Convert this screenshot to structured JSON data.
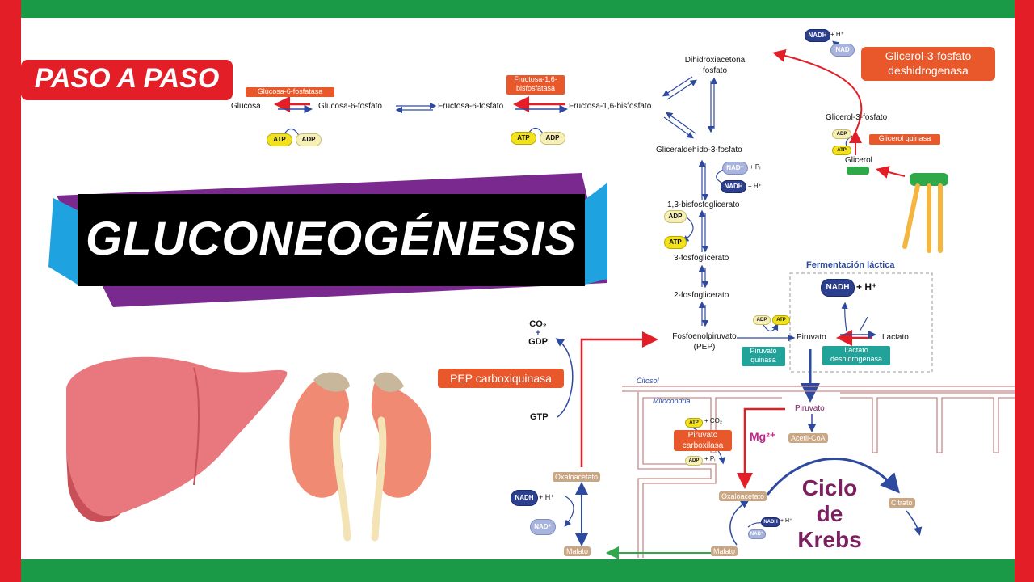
{
  "colors": {
    "frame_green": "#1a9a47",
    "frame_red": "#e31e26",
    "enzyme_orange": "#e8582b",
    "enzyme_teal": "#22a39a",
    "krebs_purple": "#7b2061",
    "arrow_blue": "#2d4aa0",
    "arrow_red": "#e31e26",
    "arrow_green": "#2fa84a"
  },
  "badge": {
    "text": "PASO A PASO"
  },
  "title": {
    "text": "GLUCONEOGÉNESIS"
  },
  "top_row": {
    "glucosa": "Glucosa",
    "g6p": "Glucosa-6-fosfato",
    "f6p": "Fructosa-6-fosfato",
    "f16bp": "Fructosa-1,6-bisfosfato",
    "enz_g6pase": "Glucosa-6-fosfatasa",
    "enz_fbpase": [
      "Fructosa-1,6-",
      "bisfosfatasa"
    ],
    "atp": "ATP",
    "adp": "ADP"
  },
  "pathway": {
    "dhap": [
      "Dihidroxiacetona",
      "fosfato"
    ],
    "g3p": "Gliceraldehído-3-fosfato",
    "bpg": "1,3-bisfosfoglicerato",
    "pg3": "3-fosfoglicerato",
    "pg2": "2-fosfoglicerato",
    "pep": [
      "Fosfoenolpiruvato",
      "(PEP)"
    ],
    "nad_plus": "NAD⁺",
    "pi": "+ Pᵢ",
    "nadh": "NADH",
    "h_plus": "+ H⁺",
    "adp": "ADP",
    "atp": "ATP"
  },
  "glycerol": {
    "enz_g3pdh": [
      "Glicerol-3-fosfato",
      "deshidrogenasa"
    ],
    "glycerol3p": "Glicerol-3-fosfato",
    "enz_gk": "Glicerol quinasa",
    "glycerol": "Glicerol",
    "nadh": "NADH",
    "h_plus": "+ H⁺",
    "nad": "NAD",
    "adp": "ADP",
    "atp": "ATP"
  },
  "lactic": {
    "title": "Fermentación láctica",
    "nadh": "NADH",
    "h_plus": "+ H⁺",
    "piruvato": "Piruvato",
    "lactato": "Lactato",
    "enz_ldh": [
      "Lactato",
      "deshidrogenasa"
    ],
    "enz_pk": [
      "Piruvato",
      "quinasa"
    ],
    "adp": "ADP",
    "atp": "ATP"
  },
  "pepck": {
    "enz": "PEP carboxiquinasa",
    "co2": "CO₂",
    "plus": "+",
    "gdp": "GDP",
    "gtp": "GTP"
  },
  "cell": {
    "citosol": "Citosol",
    "mitocondria": "Mitocondria"
  },
  "mito": {
    "piruvato": "Piruvato",
    "acetil": "Acetil-CoA",
    "mg": "Mg²⁺",
    "enz_pc": [
      "Piruvato",
      "carboxilasa"
    ],
    "atp": "ATP",
    "co2": "+ CO₂",
    "adp": "ADP",
    "pi": "+ Pᵢ",
    "oxalo": "Oxaloacetato",
    "citrato": "Citrato",
    "krebs": [
      "Ciclo",
      "de",
      "Krebs"
    ],
    "malato": "Malato",
    "nadh": "NADH",
    "h_plus": "+ H⁺",
    "nad": "NAD⁺"
  },
  "cyto_shuttle": {
    "oxalo": "Oxaloacetato",
    "malato": "Malato",
    "nadh": "NADH",
    "h_plus": "+ H⁺",
    "nad": "NAD⁺"
  }
}
